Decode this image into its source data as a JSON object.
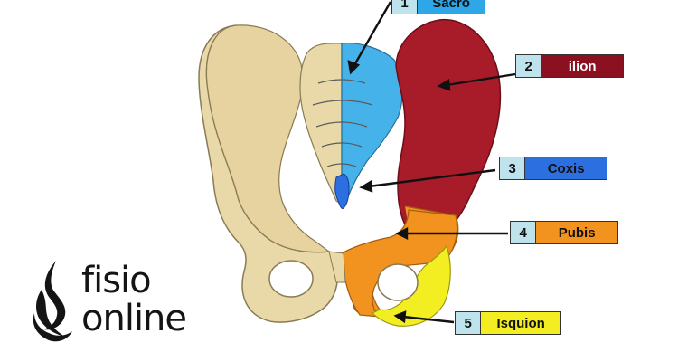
{
  "labels": [
    {
      "number": "1",
      "name": "Sacro",
      "color": "#2ea7e8",
      "text_color": "#111111"
    },
    {
      "number": "2",
      "name": "ilion",
      "color": "#8b1020",
      "text_color": "#ffffff"
    },
    {
      "number": "3",
      "name": "Coxis",
      "color": "#2b6fe0",
      "text_color": "#111111"
    },
    {
      "number": "4",
      "name": "Pubis",
      "color": "#f2931f",
      "text_color": "#111111"
    },
    {
      "number": "5",
      "name": "Isquion",
      "color": "#f3ee21",
      "text_color": "#111111"
    }
  ],
  "logo": {
    "line1": "fisio",
    "line2": "online"
  },
  "colors": {
    "bone": "#ead9a8",
    "bone_outline": "#8a7a55",
    "sacrum_highlight": "#45b3ea",
    "ilium": "#a81b28"
  }
}
